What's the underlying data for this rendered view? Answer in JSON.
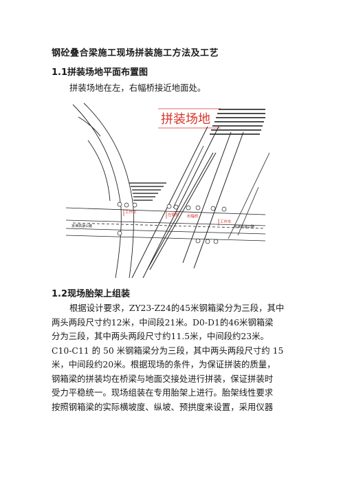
{
  "doc": {
    "title": "钢砼叠合梁施工现场拼装施工方法及工艺",
    "section1": {
      "heading": "1.1拼装场地平面布置图",
      "text": "拼装场地在左，右幅桥接近地面处。"
    },
    "figure": {
      "label_site": "拼装场地",
      "road_left": "京津高速公路",
      "road_right": "京津高速公路",
      "mark_1": "工作车",
      "mark_2": "左幅桥",
      "mark_3": "右幅桥",
      "mark_4": "工作车"
    },
    "section2": {
      "heading": "1.2现场胎架上组装",
      "lines": [
        "根据设计要求，ZY23-Z24的45米钢箱梁分为三段，其中",
        "两头两段尺寸约12米，中间段21米。D0-D1的46米钢箱梁",
        "分为三段，其中两头两段尺寸约11.5米，中间段约23米。",
        "C10-C11 的 50 米钢箱梁分为三段，其中两头两段尺寸约 15",
        "米，中间段约20米。根据现场的条件，为保证拼装的质量，",
        "钢箱梁的拼装均在桥梁与地面交接处进行拼装，保证拼装时",
        "受力平稳统一。现场组装在专用胎架上进行。胎架线性要求",
        "按照钢箱梁的实际横坡度、纵坡、预拱度来设置，采用仪器"
      ]
    }
  }
}
